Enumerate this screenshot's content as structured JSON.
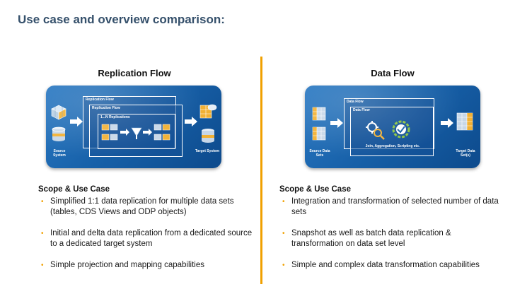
{
  "page": {
    "title": "Use case and overview comparison:"
  },
  "replication": {
    "title": "Replication Flow",
    "diagram": {
      "outer_label": "Replication Flow",
      "middle_label": "Replication Flow",
      "inner_label": "1...N Replications",
      "source_label": "Source System",
      "target_label": "Target System"
    },
    "scope_heading": "Scope & Use Case",
    "bullets": [
      "Simplified 1:1 data replication for multiple data sets (tables, CDS Views and ODP objects)",
      "Initial and delta data replication from a dedicated source to a dedicated target system",
      "Simple projection and mapping capabilities"
    ]
  },
  "dataflow": {
    "title": "Data Flow",
    "diagram": {
      "outer_label": "Data Flow",
      "inner_label": "Data Flow",
      "process_label": "Join, Aggregation, Scripting etc.",
      "source_label": "Source Data Sets",
      "target_label": "Target Data Set(s)"
    },
    "scope_heading": "Scope & Use Case",
    "bullets": [
      "Integration and transformation of selected number of data sets",
      "Snapshot as well as batch data replication & transformation on data set level",
      "Simple and complex data transformation capabilities"
    ]
  },
  "colors": {
    "accent": "#f0a000",
    "title": "#35506b",
    "diagram_blue": "#1760a8"
  }
}
